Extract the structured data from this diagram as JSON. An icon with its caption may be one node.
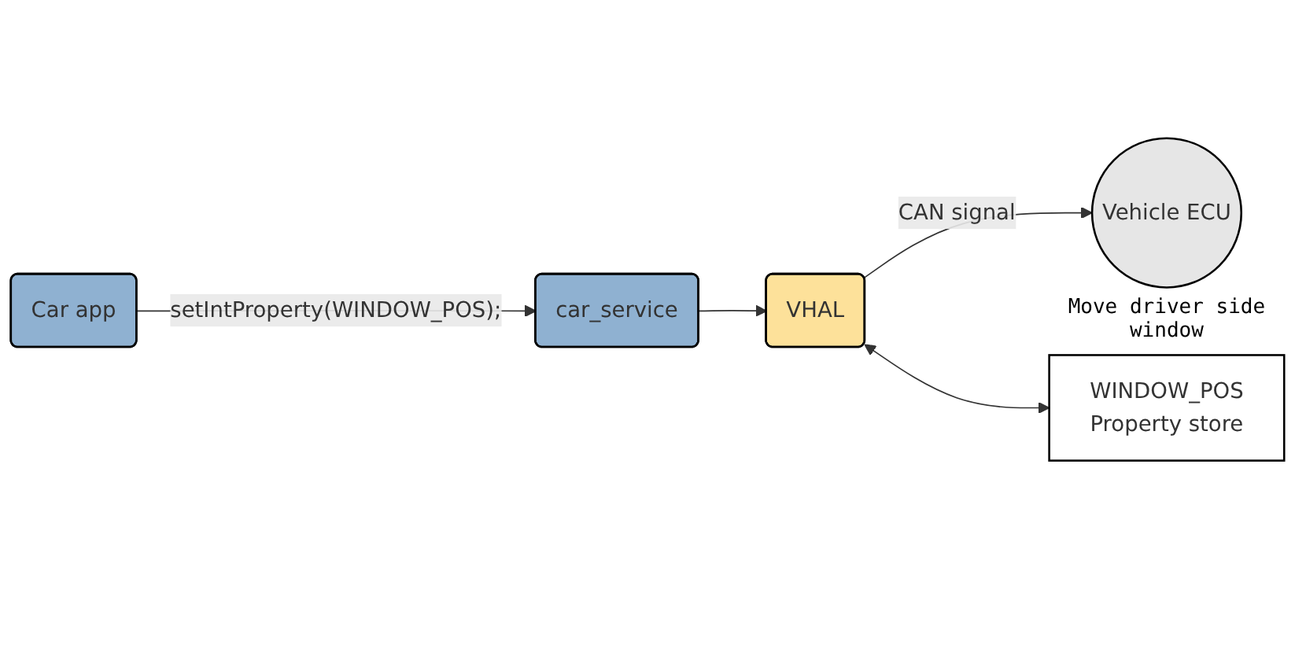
{
  "diagram": {
    "nodes": [
      {
        "text": [
          "Car app"
        ]
      },
      {
        "text": [
          "car_service"
        ]
      },
      {
        "text": [
          "VHAL"
        ]
      },
      {
        "text": [
          "Vehicle ECU"
        ],
        "beside": [
          "Move driver side window"
        ]
      },
      {
        "text": [
          "WINDOW_POS",
          "Property store"
        ]
      }
    ],
    "edges": [
      {
        "from": 0,
        "to": 1,
        "arrow": "to",
        "label": "setIntProperty(WINDOW_POS);"
      },
      {
        "from": 1,
        "to": 2,
        "arrow": "to"
      },
      {
        "from": 2,
        "to": 3,
        "arrow": "to",
        "label": "CAN signal"
      },
      {
        "from": 2,
        "to": 4,
        "arrow": "both"
      }
    ]
  }
}
